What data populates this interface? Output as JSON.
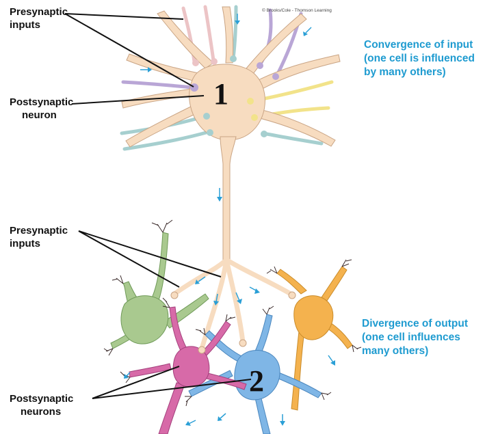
{
  "labels": {
    "presynaptic_top": [
      "Presynaptic",
      "inputs"
    ],
    "postsynaptic_neuron": [
      "Postsynaptic",
      "neuron"
    ],
    "presynaptic_bottom": [
      "Presynaptic",
      "inputs"
    ],
    "postsynaptic_neurons": [
      "Postsynaptic",
      "neurons"
    ]
  },
  "captions": {
    "convergence": [
      "Convergence of input",
      "(one cell is influenced",
      "by many others)"
    ],
    "divergence": [
      "Divergence of output",
      "(one cell influences",
      "many others)"
    ]
  },
  "markers": {
    "one": "1",
    "two": "2"
  },
  "credit": "© Brooks/Cole - Thomson Learning",
  "colors": {
    "neuron_main": "#f7dcc0",
    "neuron_main_stroke": "#c9a484",
    "caption": "#1e9bd0",
    "arrow": "#2a9fd6",
    "presyn_purple": "#b9a6d6",
    "presyn_pink": "#ecc4c6",
    "presyn_yellow": "#f2e38a",
    "presyn_teal": "#a6cfcf",
    "green_cell": "#a9c98f",
    "pink_cell": "#d76aa8",
    "blue_cell": "#7fb6e6",
    "orange_cell": "#f4b24e"
  }
}
